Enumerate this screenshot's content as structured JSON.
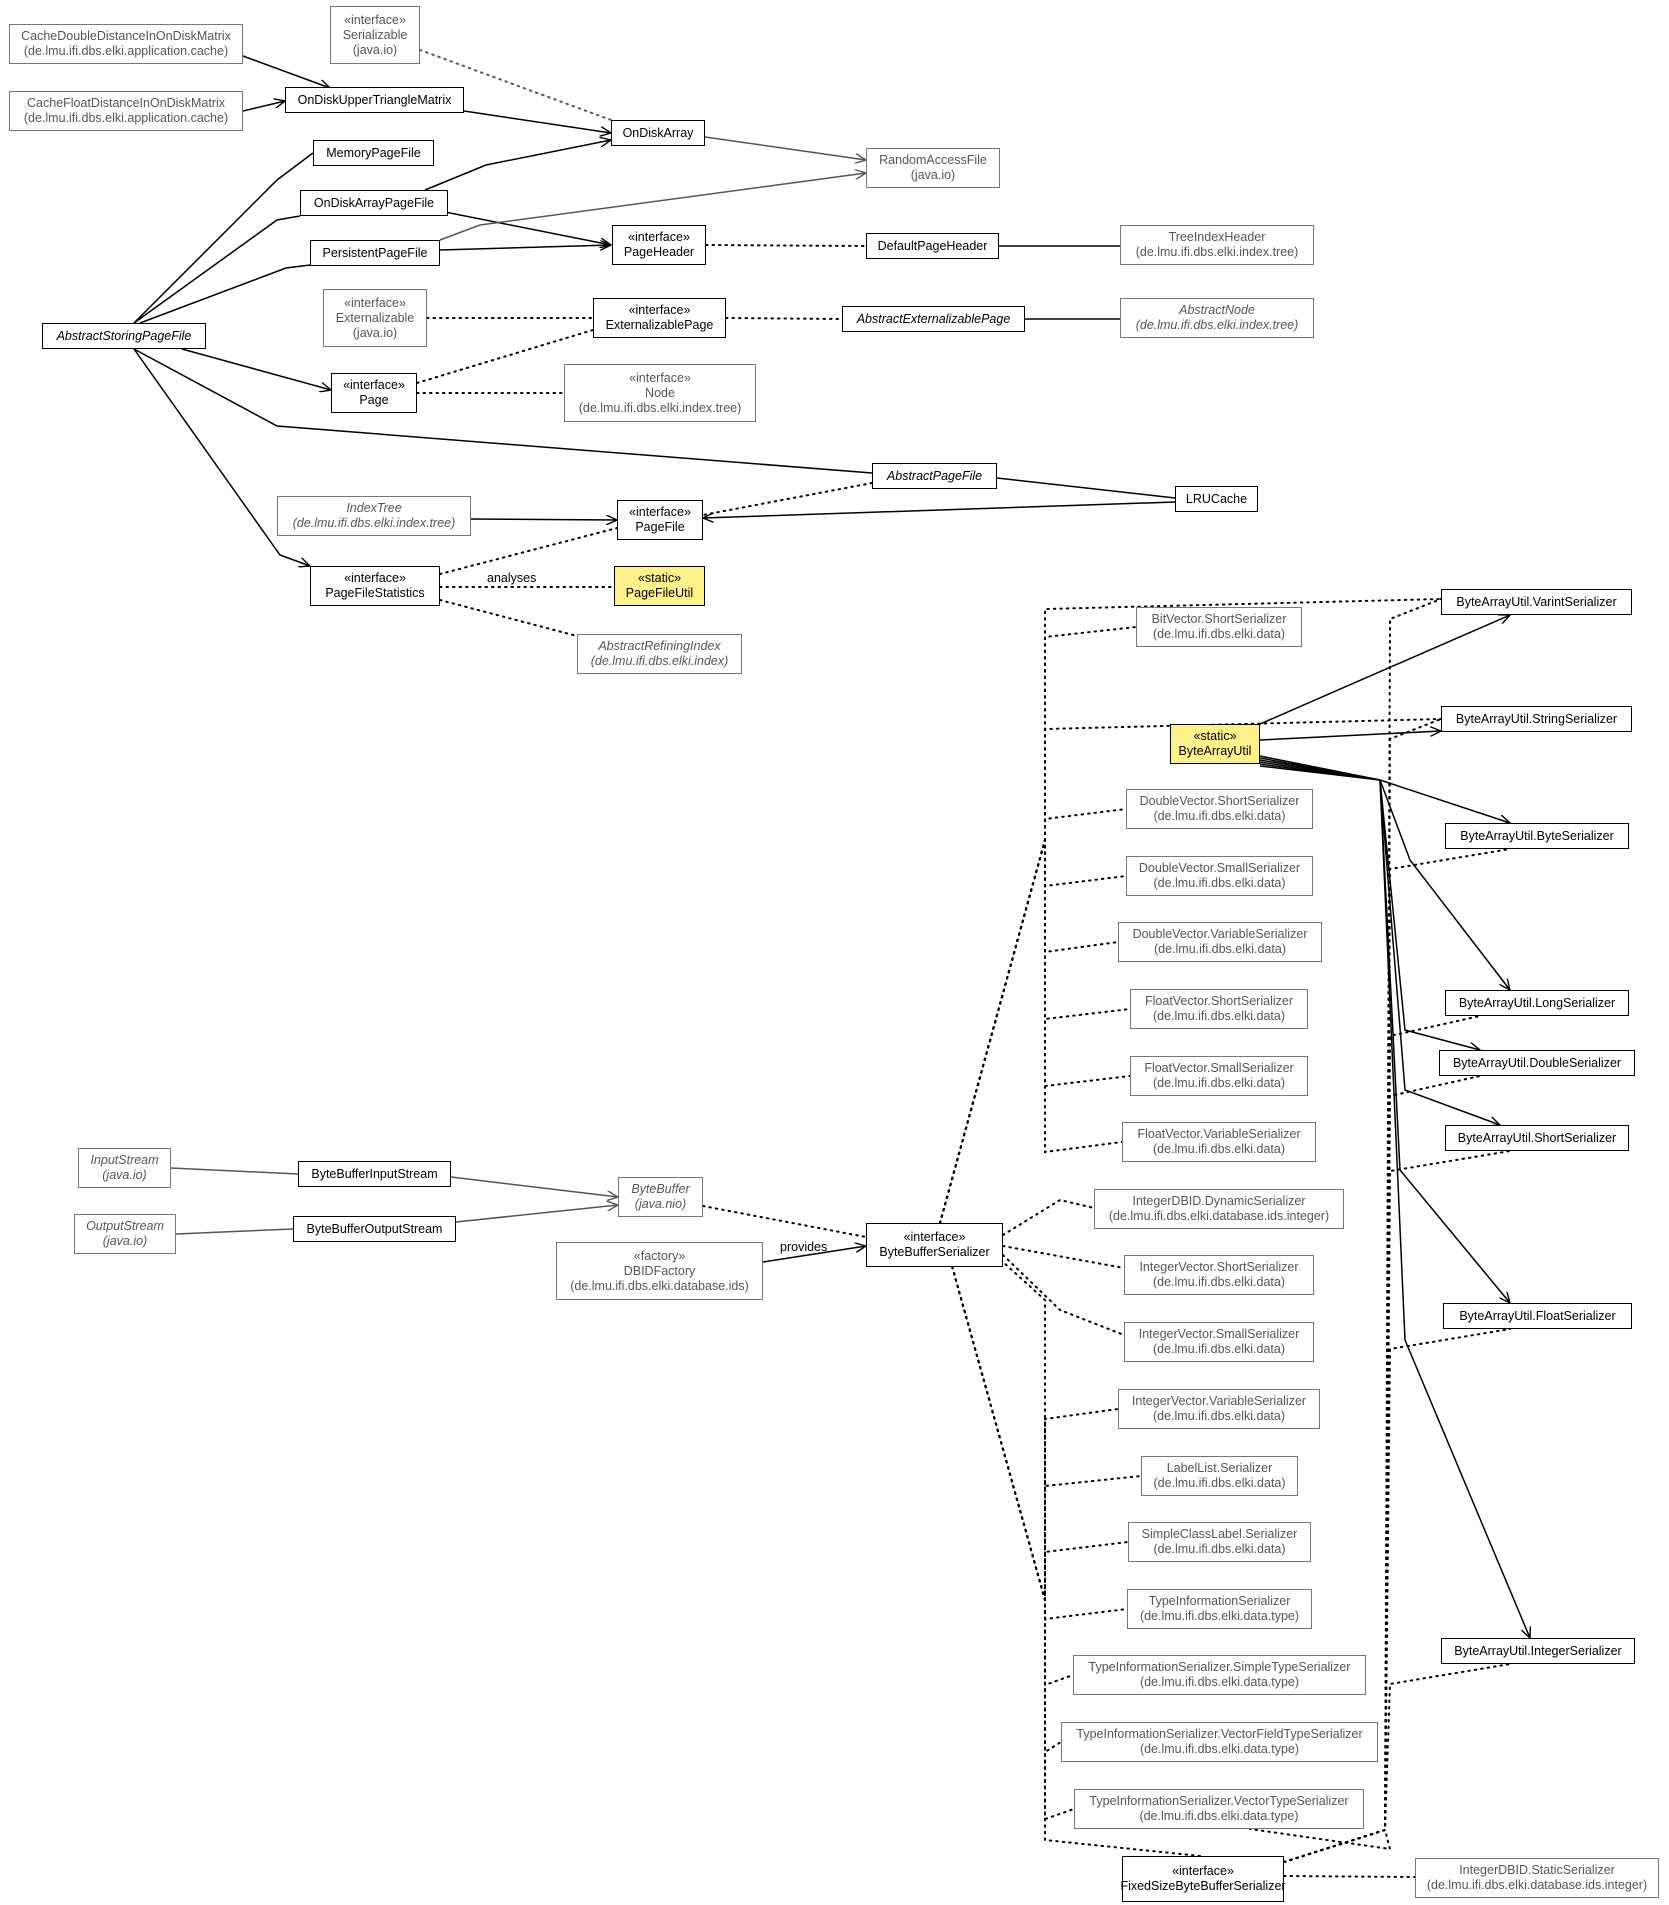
{
  "nodes": [
    {
      "id": "cacheDouble",
      "kind": "ext",
      "lines": [
        "CacheDoubleDistanceInOnDiskMatrix",
        "(de.lmu.ifi.dbs.elki.application.cache)"
      ]
    },
    {
      "id": "serializable",
      "kind": "ext",
      "lines": [
        "«interface»",
        "Serializable",
        "(java.io)"
      ]
    },
    {
      "id": "onDiskUpper",
      "kind": "main",
      "lines": [
        "OnDiskUpperTriangleMatrix"
      ]
    },
    {
      "id": "cacheFloat",
      "kind": "ext",
      "lines": [
        "CacheFloatDistanceInOnDiskMatrix",
        "(de.lmu.ifi.dbs.elki.application.cache)"
      ]
    },
    {
      "id": "onDiskArray",
      "kind": "main",
      "lines": [
        "OnDiskArray"
      ]
    },
    {
      "id": "memoryPageFile",
      "kind": "main",
      "lines": [
        "MemoryPageFile"
      ]
    },
    {
      "id": "randomAccessFile",
      "kind": "ext",
      "lines": [
        "RandomAccessFile",
        "(java.io)"
      ]
    },
    {
      "id": "onDiskArrayPageFile",
      "kind": "main",
      "lines": [
        "OnDiskArrayPageFile"
      ]
    },
    {
      "id": "pageHeader",
      "kind": "main",
      "lines": [
        "«interface»",
        "PageHeader"
      ]
    },
    {
      "id": "defaultPageHeader",
      "kind": "main",
      "lines": [
        "DefaultPageHeader"
      ]
    },
    {
      "id": "treeIndexHeader",
      "kind": "ext",
      "lines": [
        "TreeIndexHeader",
        "(de.lmu.ifi.dbs.elki.index.tree)"
      ]
    },
    {
      "id": "persistentPageFile",
      "kind": "main",
      "lines": [
        "PersistentPageFile"
      ]
    },
    {
      "id": "externalizable",
      "kind": "ext",
      "lines": [
        "«interface»",
        "Externalizable",
        "(java.io)"
      ]
    },
    {
      "id": "externalizablePage",
      "kind": "main",
      "lines": [
        "«interface»",
        "ExternalizablePage"
      ]
    },
    {
      "id": "abstractExternalizablePage",
      "kind": "main",
      "italic": true,
      "lines": [
        "AbstractExternalizablePage"
      ]
    },
    {
      "id": "abstractNode",
      "kind": "ext",
      "italic": true,
      "lines": [
        "AbstractNode",
        "(de.lmu.ifi.dbs.elki.index.tree)"
      ]
    },
    {
      "id": "abstractStoringPageFile",
      "kind": "main",
      "italic": true,
      "lines": [
        "AbstractStoringPageFile"
      ]
    },
    {
      "id": "page",
      "kind": "main",
      "lines": [
        "«interface»",
        "Page"
      ]
    },
    {
      "id": "node",
      "kind": "ext",
      "lines": [
        "«interface»",
        "Node",
        "(de.lmu.ifi.dbs.elki.index.tree)"
      ]
    },
    {
      "id": "abstractPageFile",
      "kind": "main",
      "italic": true,
      "lines": [
        "AbstractPageFile"
      ]
    },
    {
      "id": "lruCache",
      "kind": "main",
      "lines": [
        "LRUCache"
      ]
    },
    {
      "id": "indexTree",
      "kind": "ext",
      "italic": true,
      "lines": [
        "IndexTree",
        "(de.lmu.ifi.dbs.elki.index.tree)"
      ]
    },
    {
      "id": "pageFile",
      "kind": "main",
      "lines": [
        "«interface»",
        "PageFile"
      ]
    },
    {
      "id": "pageFileStatistics",
      "kind": "main",
      "lines": [
        "«interface»",
        "PageFileStatistics"
      ]
    },
    {
      "id": "pageFileUtil",
      "kind": "main",
      "highlight": true,
      "lines": [
        "«static»",
        "PageFileUtil"
      ]
    },
    {
      "id": "abstractRefiningIndex",
      "kind": "ext",
      "italic": true,
      "lines": [
        "AbstractRefiningIndex",
        "(de.lmu.ifi.dbs.elki.index)"
      ]
    },
    {
      "id": "varintSerializer",
      "kind": "main",
      "lines": [
        "ByteArrayUtil.VarintSerializer"
      ]
    },
    {
      "id": "bitVectorShort",
      "kind": "ext",
      "lines": [
        "BitVector.ShortSerializer",
        "(de.lmu.ifi.dbs.elki.data)"
      ]
    },
    {
      "id": "byteArrayUtil",
      "kind": "main",
      "highlight": true,
      "lines": [
        "«static»",
        "ByteArrayUtil"
      ]
    },
    {
      "id": "stringSerializer",
      "kind": "main",
      "lines": [
        "ByteArrayUtil.StringSerializer"
      ]
    },
    {
      "id": "doubleVectorShort",
      "kind": "ext",
      "lines": [
        "DoubleVector.ShortSerializer",
        "(de.lmu.ifi.dbs.elki.data)"
      ]
    },
    {
      "id": "byteSerializer",
      "kind": "main",
      "lines": [
        "ByteArrayUtil.ByteSerializer"
      ]
    },
    {
      "id": "doubleVectorSmall",
      "kind": "ext",
      "lines": [
        "DoubleVector.SmallSerializer",
        "(de.lmu.ifi.dbs.elki.data)"
      ]
    },
    {
      "id": "doubleVectorVariable",
      "kind": "ext",
      "lines": [
        "DoubleVector.VariableSerializer",
        "(de.lmu.ifi.dbs.elki.data)"
      ]
    },
    {
      "id": "floatVectorShort",
      "kind": "ext",
      "lines": [
        "FloatVector.ShortSerializer",
        "(de.lmu.ifi.dbs.elki.data)"
      ]
    },
    {
      "id": "longSerializer",
      "kind": "main",
      "lines": [
        "ByteArrayUtil.LongSerializer"
      ]
    },
    {
      "id": "doubleSerializer",
      "kind": "main",
      "lines": [
        "ByteArrayUtil.DoubleSerializer"
      ]
    },
    {
      "id": "floatVectorSmall",
      "kind": "ext",
      "lines": [
        "FloatVector.SmallSerializer",
        "(de.lmu.ifi.dbs.elki.data)"
      ]
    },
    {
      "id": "floatVectorVariable",
      "kind": "ext",
      "lines": [
        "FloatVector.VariableSerializer",
        "(de.lmu.ifi.dbs.elki.data)"
      ]
    },
    {
      "id": "shortSerializer",
      "kind": "main",
      "lines": [
        "ByteArrayUtil.ShortSerializer"
      ]
    },
    {
      "id": "inputStream",
      "kind": "ext",
      "italic": true,
      "lines": [
        "InputStream",
        "(java.io)"
      ]
    },
    {
      "id": "byteBufferInputStream",
      "kind": "main",
      "lines": [
        "ByteBufferInputStream"
      ]
    },
    {
      "id": "byteBuffer",
      "kind": "ext",
      "italic": true,
      "lines": [
        "ByteBuffer",
        "(java.nio)"
      ]
    },
    {
      "id": "integerDbidDynamic",
      "kind": "ext",
      "lines": [
        "IntegerDBID.DynamicSerializer",
        "(de.lmu.ifi.dbs.elki.database.ids.integer)"
      ]
    },
    {
      "id": "outputStream",
      "kind": "ext",
      "italic": true,
      "lines": [
        "OutputStream",
        "(java.io)"
      ]
    },
    {
      "id": "byteBufferOutputStream",
      "kind": "main",
      "lines": [
        "ByteBufferOutputStream"
      ]
    },
    {
      "id": "dbidFactory",
      "kind": "ext",
      "lines": [
        "«factory»",
        "DBIDFactory",
        "(de.lmu.ifi.dbs.elki.database.ids)"
      ]
    },
    {
      "id": "byteBufferSerializer",
      "kind": "main",
      "lines": [
        "«interface»",
        "ByteBufferSerializer"
      ]
    },
    {
      "id": "integerVectorShort",
      "kind": "ext",
      "lines": [
        "IntegerVector.ShortSerializer",
        "(de.lmu.ifi.dbs.elki.data)"
      ]
    },
    {
      "id": "floatSerializer",
      "kind": "main",
      "lines": [
        "ByteArrayUtil.FloatSerializer"
      ]
    },
    {
      "id": "integerVectorSmall",
      "kind": "ext",
      "lines": [
        "IntegerVector.SmallSerializer",
        "(de.lmu.ifi.dbs.elki.data)"
      ]
    },
    {
      "id": "integerVectorVariable",
      "kind": "ext",
      "lines": [
        "IntegerVector.VariableSerializer",
        "(de.lmu.ifi.dbs.elki.data)"
      ]
    },
    {
      "id": "labelListSerializer",
      "kind": "ext",
      "lines": [
        "LabelList.Serializer",
        "(de.lmu.ifi.dbs.elki.data)"
      ]
    },
    {
      "id": "simpleClassLabelSerializer",
      "kind": "ext",
      "lines": [
        "SimpleClassLabel.Serializer",
        "(de.lmu.ifi.dbs.elki.data)"
      ]
    },
    {
      "id": "typeInfoSerializer",
      "kind": "ext",
      "lines": [
        "TypeInformationSerializer",
        "(de.lmu.ifi.dbs.elki.data.type)"
      ]
    },
    {
      "id": "integerSerializer",
      "kind": "main",
      "lines": [
        "ByteArrayUtil.IntegerSerializer"
      ]
    },
    {
      "id": "typeInfoSimple",
      "kind": "ext",
      "lines": [
        "TypeInformationSerializer.SimpleTypeSerializer",
        "(de.lmu.ifi.dbs.elki.data.type)"
      ]
    },
    {
      "id": "typeInfoVectorField",
      "kind": "ext",
      "lines": [
        "TypeInformationSerializer.VectorFieldTypeSerializer",
        "(de.lmu.ifi.dbs.elki.data.type)"
      ]
    },
    {
      "id": "typeInfoVector",
      "kind": "ext",
      "lines": [
        "TypeInformationSerializer.VectorTypeSerializer",
        "(de.lmu.ifi.dbs.elki.data.type)"
      ]
    },
    {
      "id": "fixedSizeByteBufferSerializer",
      "kind": "main",
      "lines": [
        "«interface»",
        "FixedSizeByteBufferSerializer"
      ]
    },
    {
      "id": "integerDbidStatic",
      "kind": "ext",
      "lines": [
        "IntegerDBID.StaticSerializer",
        "(de.lmu.ifi.dbs.elki.database.ids.integer)"
      ]
    }
  ],
  "edge_labels": {
    "analyses": "analyses",
    "provides": "provides"
  },
  "colors": {
    "main_border": "#000000",
    "external_border": "#777777",
    "external_text": "#555555",
    "highlight_fill": "#fff18a"
  }
}
